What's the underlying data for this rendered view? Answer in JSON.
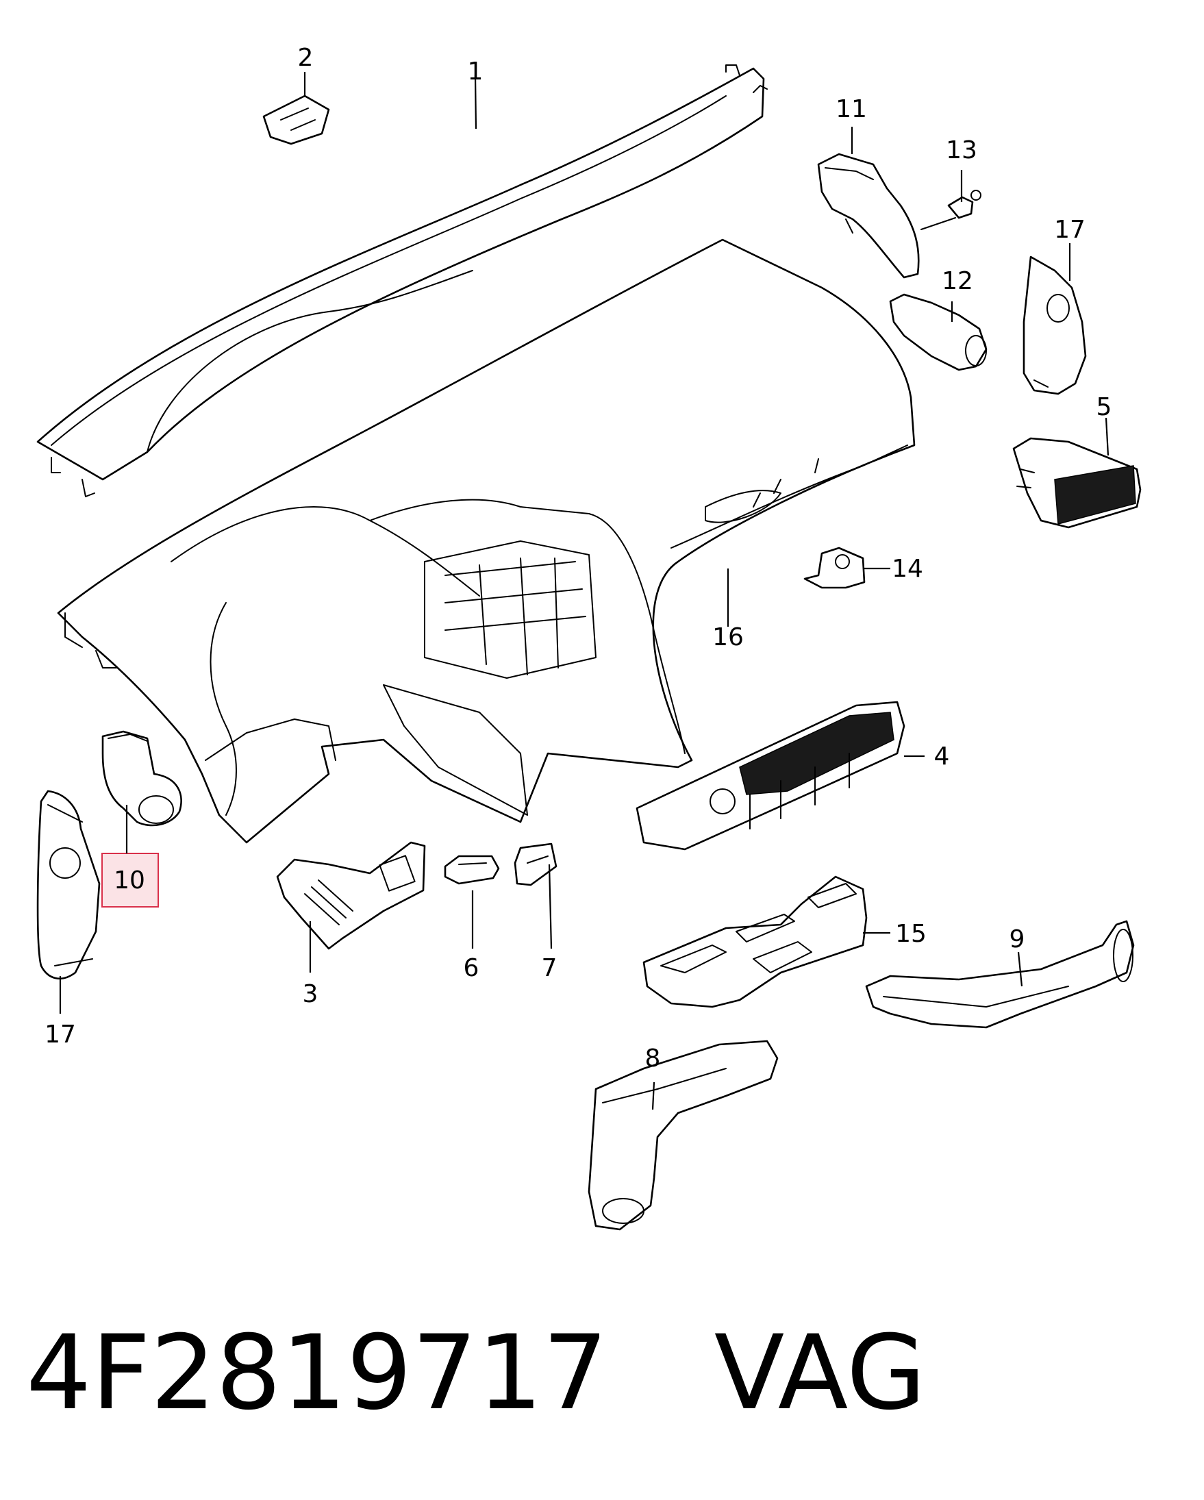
{
  "callouts": {
    "c1": "1",
    "c2": "2",
    "c3": "3",
    "c4": "4",
    "c5": "5",
    "c6": "6",
    "c7": "7",
    "c8": "8",
    "c9": "9",
    "c10": "10",
    "c11": "11",
    "c12": "12",
    "c13": "13",
    "c14": "14",
    "c15": "15",
    "c16": "16",
    "c17a": "17",
    "c17b": "17"
  },
  "highlighted_callout": "10",
  "highlight_color": "#d9304a",
  "highlight_fill": "#fbe3e6",
  "footer": {
    "part_number": "4F2819717",
    "brand": "VAG"
  }
}
